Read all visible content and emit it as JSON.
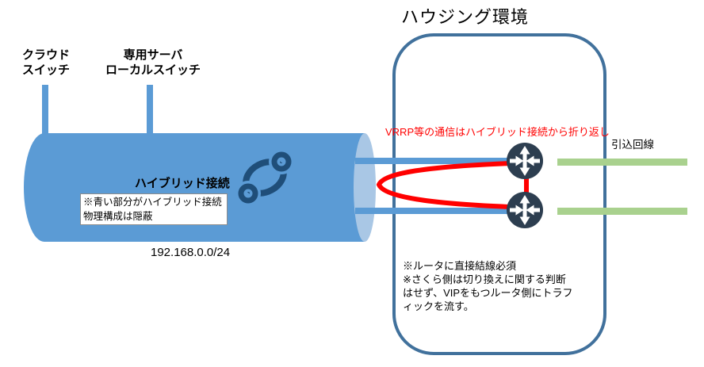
{
  "diagram": {
    "title": "ハウジング環境",
    "cloud_switch_label": "クラウド\nスイッチ",
    "local_switch_label": "専用サーバ\nローカルスイッチ",
    "hybrid_label": "ハイブリッド接続",
    "hybrid_note": "※青い部分がハイブリッド接続\n物理構成は隠蔽",
    "subnet": "192.168.0.0/24",
    "vrrp_note": "VRRP等の通信はハイブリッド接続から折り返し",
    "incoming_line_label": "引込回線",
    "housing_note": "※ルータに直接結線必須\n※さくら側は切り換えに関する判断\nはせず、VIPをもつルータ側にトラフ\nィックを流す。"
  },
  "icons": {
    "link_icon": "chain-link",
    "router_icon": "router-cross-arrows"
  },
  "colors": {
    "cylinder_blue": "#5B9BD5",
    "cylinder_cap_blue": "#A9C7E5",
    "housing_border_blue": "#41719C",
    "router_navy": "#2D3E50",
    "vrrp_red": "#FF0000",
    "incoming_green": "#A9D18E",
    "link_icon_navy": "#1F4E79"
  }
}
